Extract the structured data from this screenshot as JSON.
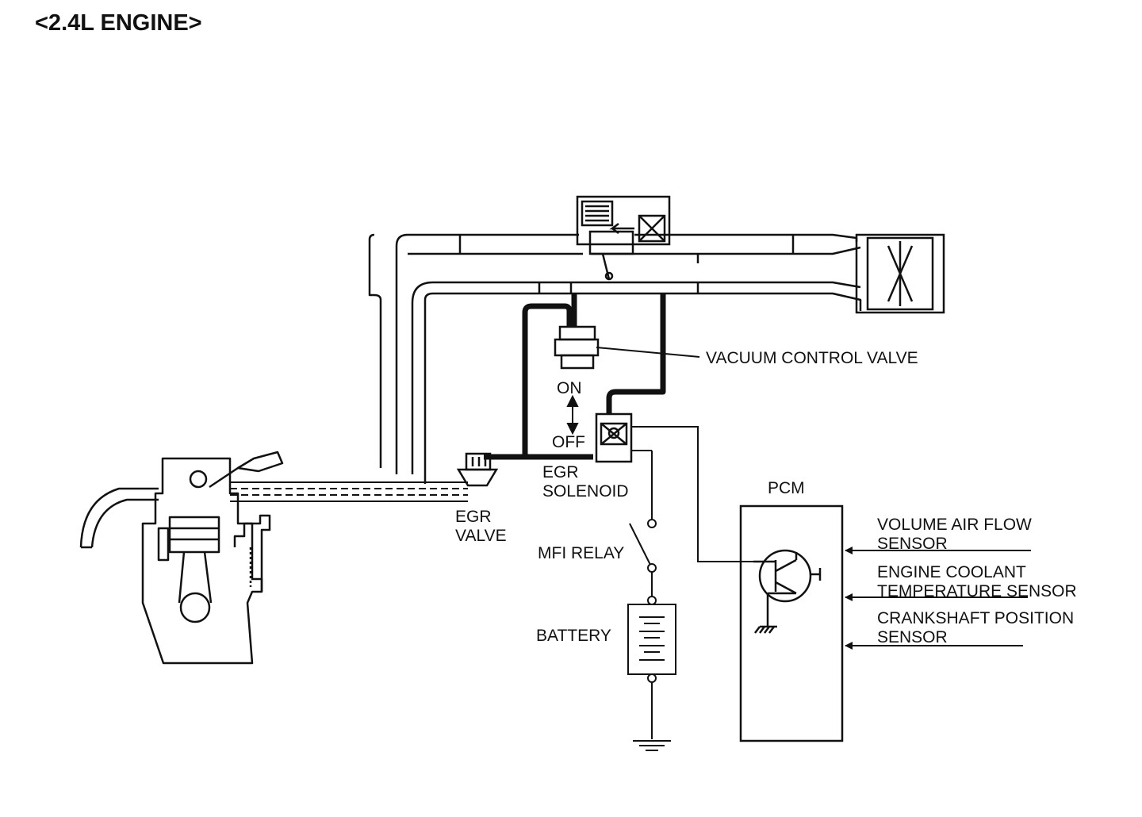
{
  "title": "<2.4L ENGINE>",
  "labels": {
    "vacuum_control_valve": "VACUUM CONTROL VALVE",
    "on": "ON",
    "off": "OFF",
    "egr_solenoid_line1": "EGR",
    "egr_solenoid_line2": "SOLENOID",
    "egr_valve_line1": "EGR",
    "egr_valve_line2": "VALVE",
    "mfi_relay": "MFI RELAY",
    "battery": "BATTERY",
    "pcm": "PCM",
    "vaf_sensor_line1": "VOLUME AIR FLOW",
    "vaf_sensor_line2": "SENSOR",
    "ect_sensor_line1": "ENGINE COOLANT",
    "ect_sensor_line2": "TEMPERATURE SENSOR",
    "ckp_sensor_line1": "CRANKSHAFT POSITION",
    "ckp_sensor_line2": "SENSOR"
  },
  "colors": {
    "line": "#111111",
    "background": "#ffffff"
  }
}
